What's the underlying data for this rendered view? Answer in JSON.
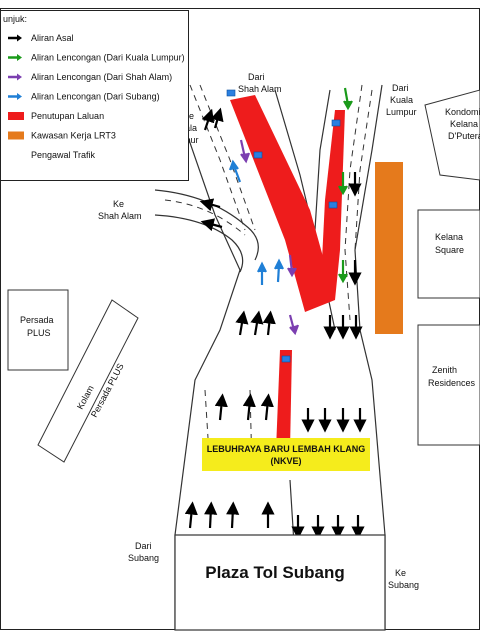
{
  "legend": {
    "title": "unjuk:",
    "items": [
      {
        "label": "Aliran Asal",
        "color": "#000000",
        "kind": "arrow"
      },
      {
        "label": "Aliran Lencongan (Dari Kuala Lumpur)",
        "color": "#1a9a1a",
        "kind": "arrow"
      },
      {
        "label": "Aliran Lencongan (Dari Shah Alam)",
        "color": "#7b3fb0",
        "kind": "arrow"
      },
      {
        "label": "Aliran Lencongan (Dari Subang)",
        "color": "#1f7fd6",
        "kind": "arrow"
      },
      {
        "label": "Penutupan Laluan",
        "color": "#ee1c1c",
        "kind": "box"
      },
      {
        "label": "Kawasan Kerja LRT3",
        "color": "#e57a1c",
        "kind": "box"
      },
      {
        "label": "Pengawal Trafik",
        "color": "#ffffff",
        "kind": "none"
      }
    ]
  },
  "labels": {
    "dari_shah_alam_1": "Dari",
    "dari_shah_alam_2": "Shah Alam",
    "dari_kl_1": "Dari",
    "dari_kl_2": "Kuala",
    "dari_kl_3": "Lumpur",
    "ke_kl_1": "Ke",
    "ke_kl_2": "Kuala",
    "ke_kl_3": "Lumpur",
    "ke_shah_alam_1": "Ke",
    "ke_shah_alam_2": "Shah Alam",
    "dari_subang_1": "Dari",
    "dari_subang_2": "Subang",
    "ke_subang_1": "Ke",
    "ke_subang_2": "Subang"
  },
  "buildings": {
    "kondominium_1": "Kondomin",
    "kondominium_2": "Kelana",
    "kondominium_3": "D'Putera",
    "kelana_square_1": "Kelana",
    "kelana_square_2": "Square",
    "zenith_1": "Zenith",
    "zenith_2": "Residences",
    "persada_1": "Persada",
    "persada_2": "PLUS",
    "kolam_1": "Kolam",
    "kolam_2": "Persada PLUS"
  },
  "highway_sign": {
    "line1": "LEBUHRAYA BARU LEMBAH KLANG",
    "line2": "(NKVE)"
  },
  "toll_plaza": "Plaza Tol Subang",
  "colors": {
    "closure": "#ee1c1c",
    "lrt_work": "#e57a1c",
    "sign_bg": "#f5ec1c",
    "traffic_warden": "#2a7fe0"
  }
}
